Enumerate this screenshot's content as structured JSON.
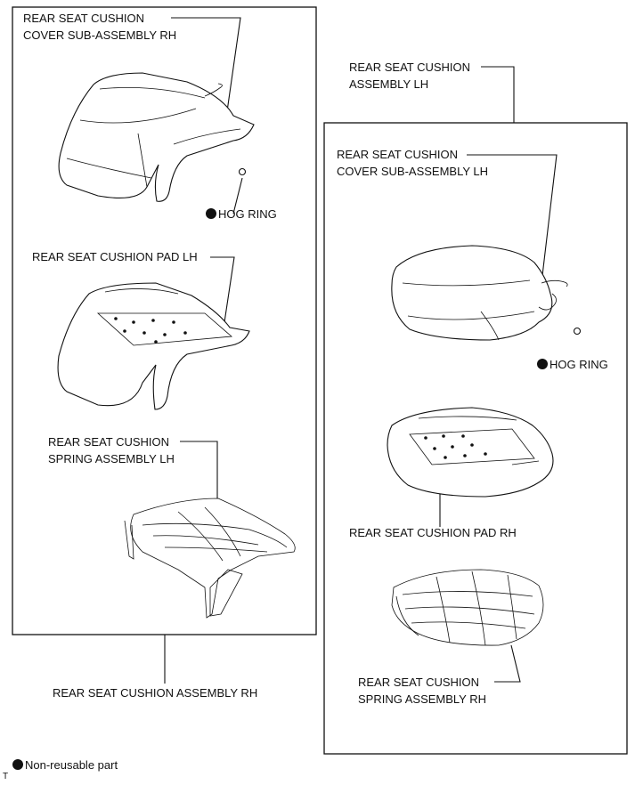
{
  "rh_box": {
    "cover_label_1": "REAR SEAT CUSHION",
    "cover_label_2": "COVER SUB-ASSEMBLY RH",
    "hog_ring": "HOG RING",
    "pad_label": "REAR SEAT CUSHION PAD LH",
    "spring_label_1": "REAR SEAT CUSHION",
    "spring_label_2": "SPRING ASSEMBLY LH",
    "assembly_label": "REAR SEAT CUSHION ASSEMBLY RH"
  },
  "lh_box": {
    "assembly_label_1": "REAR SEAT CUSHION",
    "assembly_label_2": "ASSEMBLY LH",
    "cover_label_1": "REAR SEAT CUSHION",
    "cover_label_2": "COVER SUB-ASSEMBLY LH",
    "hog_ring": "HOG RING",
    "pad_label": "REAR SEAT CUSHION PAD RH",
    "spring_label_1": "REAR SEAT CUSHION",
    "spring_label_2": "SPRING ASSEMBLY RH"
  },
  "legend": {
    "text": "Non-reusable part"
  },
  "corner_mark": "T"
}
